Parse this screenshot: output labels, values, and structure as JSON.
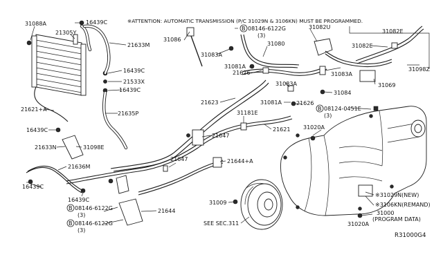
{
  "attention_note": "※ATTENTION: AUTOMATIC TRANSMISSION (P/C 31029N & 3106KN) MUST BE PROGRAMMED.",
  "diagram_ref": "R31000G4",
  "labels": {
    "p31088A": "31088A",
    "p16439C_a": "16439C",
    "p21305Y": "21305Y",
    "p21633M": "21633M",
    "p16439C_b": "16439C",
    "p21533X": "21533X",
    "p16439C_c": "16439C",
    "p21635P": "21635P",
    "p21621A": "21621+A",
    "p16439C_d": "16439C",
    "p21633N": "21633N",
    "p31098E": "31098E",
    "p21636M": "21636M",
    "p16439C_e": "16439C",
    "p16439C_f": "16439C",
    "p08146_a": "08146-6122G",
    "p08146_a_qty": "(3)",
    "p08146_b": "08146-6122G",
    "p08146_b_qty": "(3)",
    "p31086": "31086",
    "p31083A_a": "31083A",
    "p08146_c": "08146-6122G",
    "p08146_c_qty": "(3)",
    "p31080": "31080",
    "p31081A_a": "31081A",
    "p21626_a": "21626",
    "p31082U": "31082U",
    "p31082E_a": "31082E",
    "p31082E_b": "31082E",
    "p31083A_b": "31083A",
    "p31083A_c": "31083A",
    "p31084": "31084",
    "p31069": "31069",
    "p31098Z": "31098Z",
    "p21623": "21623",
    "p31081A_b": "31081A",
    "p21626_b": "21626",
    "p08124": "08124-0451E",
    "p08124_qty": "(3)",
    "p31181E": "31181E",
    "p21621": "21621",
    "p31020A_a": "31020A",
    "p21647_a": "21647",
    "p21647_b": "21647",
    "p21644A": "21644+A",
    "p21644": "21644",
    "p31009": "31009",
    "p31029N": "※31029N(NEW)",
    "p3106KN": "※3106KN(REMAND)",
    "p31000": "31000",
    "p31000_sub": "(PROGRAM DATA)",
    "p31020A_b": "31020A",
    "see_sec": "SEE SEC.311"
  },
  "bolt_marker": "B"
}
